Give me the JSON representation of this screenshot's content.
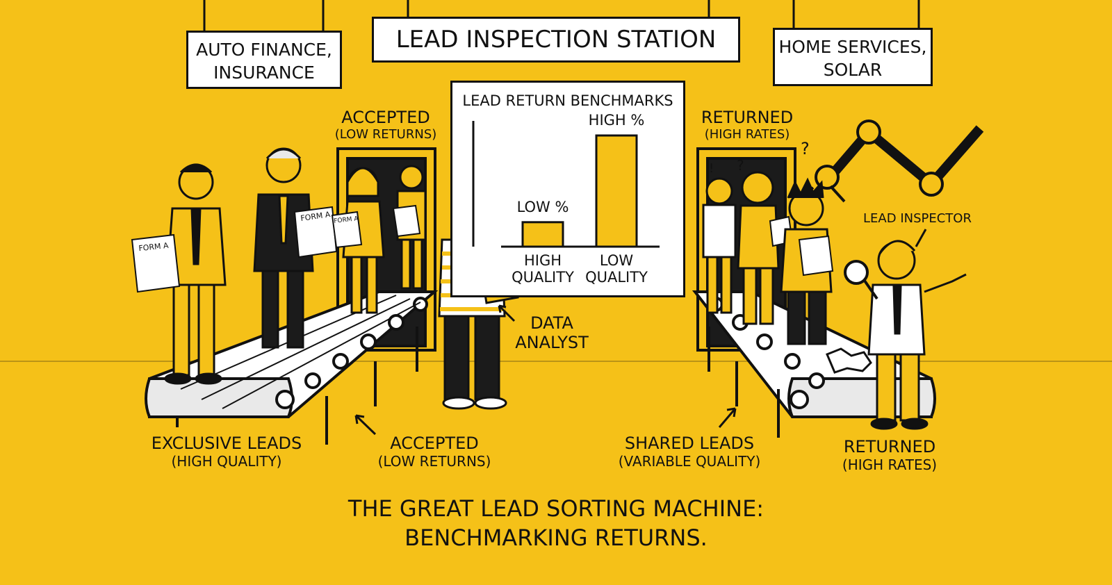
{
  "title_sign": "LEAD INSPECTION STATION",
  "left_sign": [
    "AUTO FINANCE,",
    "INSURANCE"
  ],
  "right_sign": [
    "HOME SERVICES,",
    "SOLAR"
  ],
  "door_left": {
    "line1": "ACCEPTED",
    "line2": "(LOW RETURNS)"
  },
  "door_right": {
    "line1": "RETURNED",
    "line2": "(HIGH RATES)"
  },
  "form_label": "FORM A",
  "role_analyst": [
    "DATA",
    "ANALYST"
  ],
  "role_inspector": "LEAD INSPECTOR",
  "belt_left_label": [
    "EXCLUSIVE LEADS",
    "(HIGH QUALITY)"
  ],
  "belt_left_outcome": [
    "ACCEPTED",
    "(LOW RETURNS)"
  ],
  "belt_right_label": [
    "SHARED LEADS",
    "(VARIABLE QUALITY)"
  ],
  "belt_right_outcome": [
    "RETURNED",
    "(HIGH RATES)"
  ],
  "caption": [
    "THE GREAT LEAD SORTING MACHINE:",
    "BENCHMARKING RETURNS."
  ],
  "colors": {
    "background": "#f5c118",
    "ink": "#111111",
    "paper": "#ffffff"
  },
  "chart_data": {
    "type": "bar",
    "title": "LEAD RETURN BENCHMARKS",
    "categories": [
      "HIGH QUALITY",
      "LOW QUALITY"
    ],
    "category_lines": [
      [
        "HIGH",
        "QUALITY"
      ],
      [
        "LOW",
        "QUALITY"
      ]
    ],
    "value_labels": [
      "LOW %",
      "HIGH %"
    ],
    "values": [
      0.22,
      1.0
    ],
    "value_unit": "relative return rate (unlabeled axis)",
    "ylim": [
      0,
      1.1
    ],
    "bar_color": "#f5c118",
    "grid": false,
    "legend": "none"
  }
}
